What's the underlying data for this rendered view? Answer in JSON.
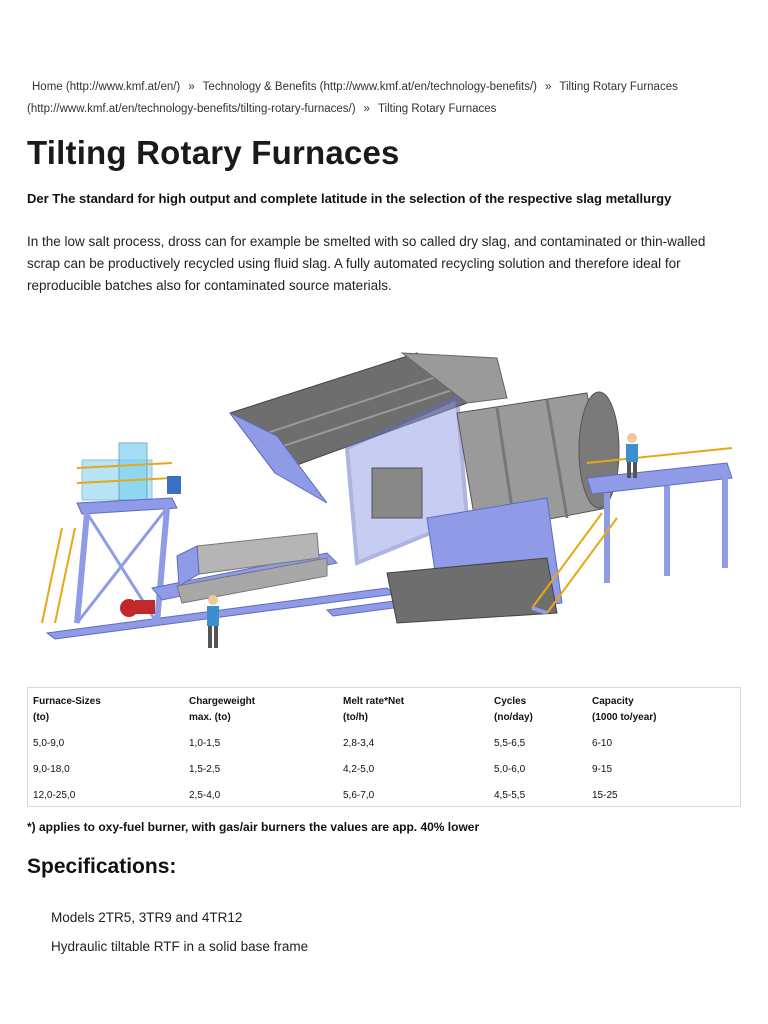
{
  "breadcrumb": {
    "items": [
      {
        "label": "Home (http://www.kmf.at/en/)"
      },
      {
        "label": "Technology & Benefits (http://www.kmf.at/en/technology-benefits/)"
      },
      {
        "label": "Tilting Rotary Furnaces"
      },
      {
        "label": "(http://www.kmf.at/en/technology-benefits/tilting-rotary-furnaces/)"
      },
      {
        "label": "Tilting Rotary Furnaces"
      }
    ],
    "separator": "»"
  },
  "page": {
    "title": "Tilting Rotary Furnaces",
    "subtitle": "Der The standard for high output and complete latitude in the selection of the respective slag metallurgy",
    "intro": "In the low salt process, dross can for example be smelted with so called dry slag, and contaminated or thin-walled scrap can be productively recycled using fluid slag. A fully automated recycling solution and therefore ideal for reproducible batches also for contaminated source materials."
  },
  "figure": {
    "colors": {
      "frame": "#8f9be6",
      "frame_dark": "#5f6bbf",
      "drum": "#9a9a9a",
      "roof": "#6e6e6e",
      "rail": "#e6a817",
      "cage": "#7fd0f0",
      "red": "#c0282a"
    }
  },
  "table": {
    "headers": [
      {
        "line1": "Furnace-Sizes",
        "line2": "(to)"
      },
      {
        "line1": "Chargeweight",
        "line2": "max. (to)"
      },
      {
        "line1": "Melt rate*Net",
        "line2": "(to/h)"
      },
      {
        "line1": "Cycles",
        "line2": "(no/day)"
      },
      {
        "line1": "Capacity",
        "line2": "(1000 to/year)"
      }
    ],
    "rows": [
      [
        "5,0-9,0",
        "1,0-1,5",
        "2,8-3,4",
        "5,5-6,5",
        "6-10"
      ],
      [
        "9,0-18,0",
        "1,5-2,5",
        "4,2-5,0",
        "5,0-6,0",
        "9-15"
      ],
      [
        "12,0-25,0",
        "2,5-4,0",
        "5,6-7,0",
        "4,5-5,5",
        "15-25"
      ]
    ],
    "footnote": "*) applies to oxy-fuel burner, with gas/air burners the values are app. 40% lower"
  },
  "specifications": {
    "heading": "Specifications:",
    "items": [
      "Models 2TR5, 3TR9 and 4TR12",
      "Hydraulic tiltable RTF in a solid base frame"
    ]
  }
}
